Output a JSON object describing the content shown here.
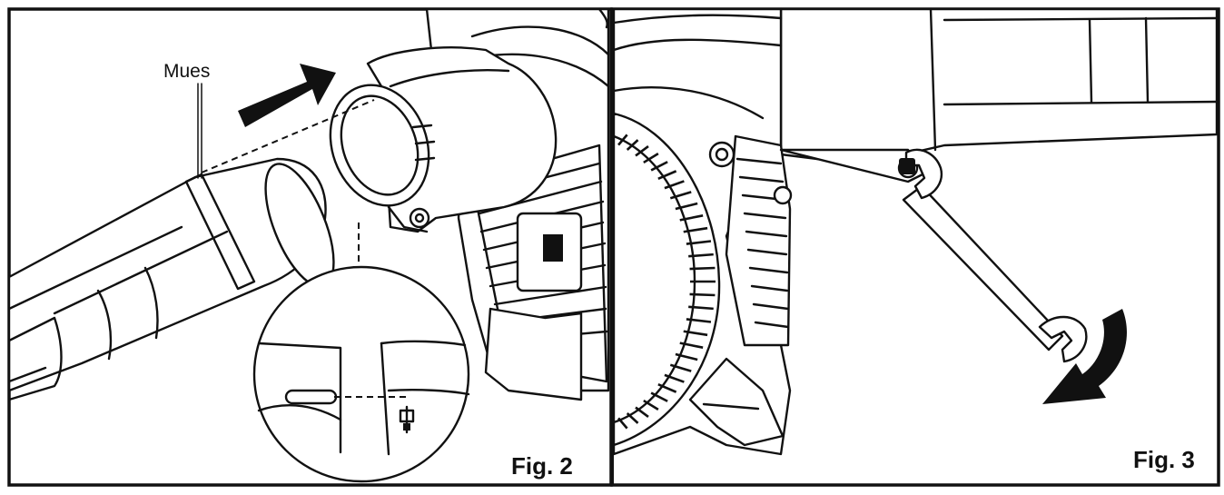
{
  "figures": [
    {
      "id": "fig2",
      "caption": "Fig. 2",
      "callout": "Mues"
    },
    {
      "id": "fig3",
      "caption": "Fig. 3"
    }
  ]
}
